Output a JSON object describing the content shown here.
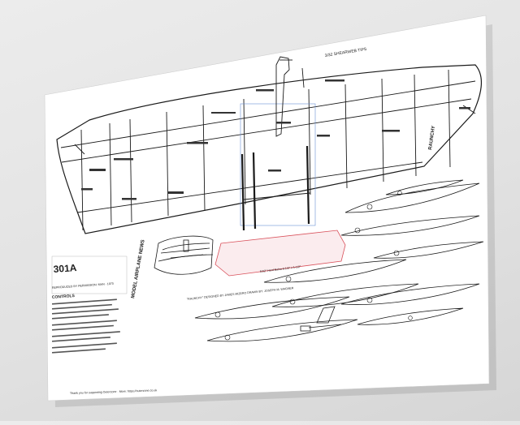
{
  "wing": {
    "name": "RAUNCHY",
    "note_top_right": "3/32 SHEARWEB TIPS"
  },
  "fuselage_block": {
    "plan_number": "301A",
    "magazine_text": "MODEL AIRPLANE NEWS",
    "notes_heading": "CONTROLS",
    "design_credit": "\"RAUNCHY\" DESIGNED BY JAMES MIZERO    DRAWN BY: JOSEPH M. WAGNER",
    "reference_line": "REPRODUCED BY PERMISSION: MAN · 1970",
    "hatch_label": "5/32\" Hard Balsa 8-1/2\" x 1-1/2\"",
    "footer": "Thank you for supporting Outerzone · More: https://outerzone.co.uk"
  },
  "colors": {
    "background": "#e4e4e4",
    "paper": "#ffffff",
    "ink": "#1a1a1a",
    "red_outline": "#d9515b",
    "blue_outline": "#6c8fd6"
  }
}
